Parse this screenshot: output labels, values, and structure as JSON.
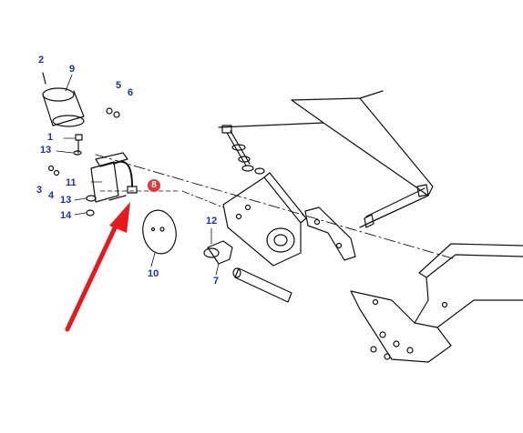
{
  "diagram": {
    "callouts": [
      {
        "id": "2",
        "text": "2"
      },
      {
        "id": "9",
        "text": "9"
      },
      {
        "id": "5",
        "text": "5"
      },
      {
        "id": "6",
        "text": "6"
      },
      {
        "id": "1",
        "text": "1"
      },
      {
        "id": "13a",
        "text": "13"
      },
      {
        "id": "3",
        "text": "3"
      },
      {
        "id": "4",
        "text": "4"
      },
      {
        "id": "11",
        "text": "11"
      },
      {
        "id": "13b",
        "text": "13"
      },
      {
        "id": "14",
        "text": "14"
      },
      {
        "id": "10",
        "text": "10"
      },
      {
        "id": "12",
        "text": "12"
      },
      {
        "id": "7",
        "text": "7"
      }
    ],
    "highlight": {
      "text": "8",
      "color": "#e23a3a"
    },
    "arrow_color": "#e8191c",
    "label_color": "#2030a0"
  }
}
